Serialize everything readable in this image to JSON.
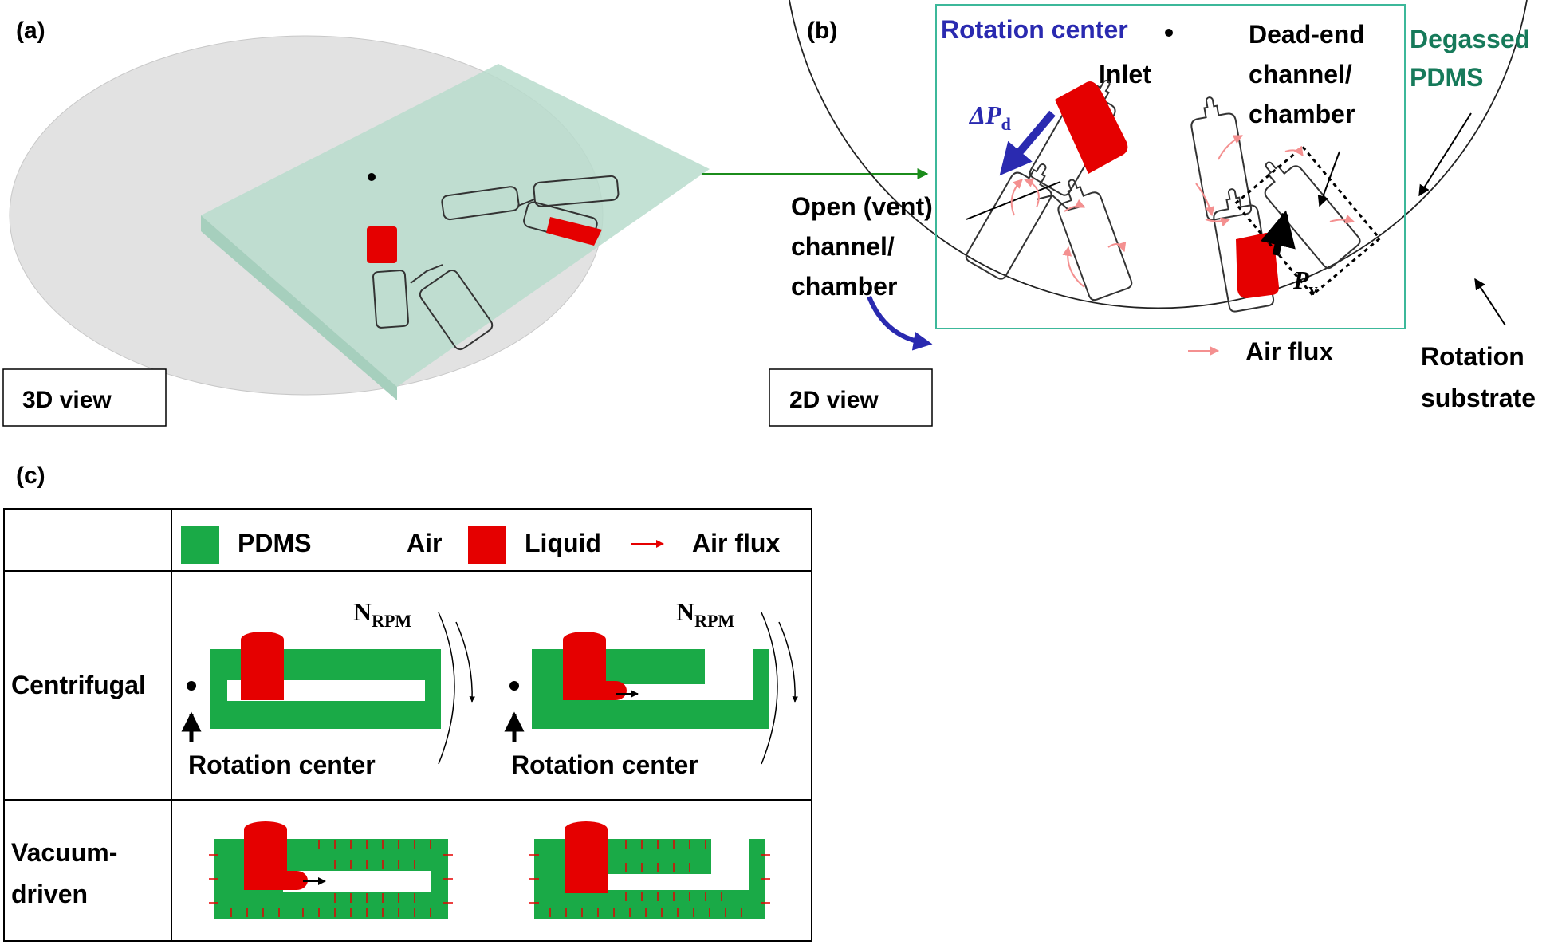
{
  "panel_a": {
    "label": "(a)",
    "view_label": "3D view"
  },
  "panel_b": {
    "label": "(b)",
    "view_label": "2D view",
    "rotation_center": "Rotation center",
    "inlet": "Inlet",
    "dead_end_lines": [
      "Dead-end",
      "channel/",
      "chamber"
    ],
    "open_lines": [
      "Open (vent)",
      "channel/",
      "chamber"
    ],
    "degassed_lines": [
      "Degassed",
      "PDMS"
    ],
    "rotation_substrate_lines": [
      "Rotation",
      "substrate"
    ],
    "air_flux": "Air flux",
    "delta_p": {
      "symbol": "ΔP",
      "sub": "d"
    },
    "p_v": {
      "symbol": "P",
      "sub": "v"
    }
  },
  "panel_c": {
    "label": "(c)",
    "legend": {
      "pdms": "PDMS",
      "air": "Air",
      "liquid": "Liquid",
      "air_flux": "Air flux"
    },
    "rows": [
      {
        "label_lines": [
          "Centrifugal"
        ]
      },
      {
        "label_lines": [
          "Vacuum-",
          "driven"
        ]
      }
    ],
    "rpm": {
      "symbol": "N",
      "sub": "RPM"
    },
    "rotation_center": "Rotation center"
  },
  "colors": {
    "pdms_green": "#1aaa47",
    "liquid_red": "#e50000",
    "arrow_blue": "#2a2ab0",
    "box_teal": "#3cb89a",
    "degassed_green": "#167a5a",
    "air_flux_pink": "#f49090",
    "link_green": "#1b8c1b"
  }
}
